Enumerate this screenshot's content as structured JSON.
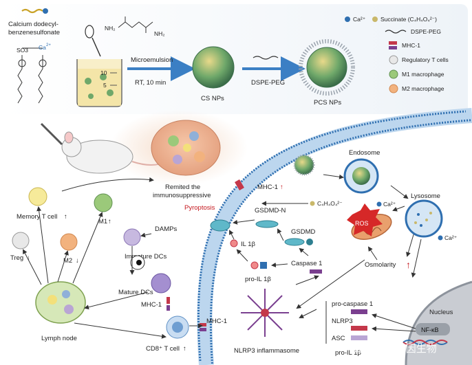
{
  "colors": {
    "membrane": "#2f6fb0",
    "membrane_light": "#bcd6ee",
    "arrow": "#3b7fc4",
    "ros": "#d62828",
    "up_arrow": "#c4161c",
    "nucleus": "#c9ccd2",
    "background": "#ffffff",
    "top_panel": "#f3f6fa"
  },
  "synthesis": {
    "reagent_1": "Calcium dodecyl-",
    "reagent_2": "benzenesulfonate",
    "ion_label": "Ca",
    "ion_sup": "2+",
    "so3_label": "SO3",
    "nh2_label_1": "NH₂",
    "nh2_label_2": "NH₂",
    "step_1_top": "Microemulsion",
    "step_1_bottom": "RT, 10 min",
    "product_1": "CS NPs",
    "step_2": "DSPE-PEG",
    "product_2": "PCS NPs",
    "beaker_marks": [
      "10",
      "5"
    ]
  },
  "legend": {
    "ca_ion": "Ca²⁺",
    "succinate": "Succinate (C₄H₄O₄²⁻)",
    "dspe_peg": "DSPE-PEG",
    "mhc1": "MHC-1",
    "treg": "Regulatory T cells",
    "m1": "M1 macrophage",
    "m2": "M2 macrophage"
  },
  "immune": {
    "tumor_label_1": "Remited the",
    "tumor_label_2": "immunosuppressive",
    "memory_t": "Memory T cell",
    "m1": "M1",
    "m2": "M2",
    "treg": "Treg",
    "damps": "DAMPs",
    "immature_dcs": "Immature DCs",
    "mature_dcs": "Mature DCs",
    "mhc1_a": "MHC-1",
    "mhc1_b": "MHC-1",
    "lymph_node": "Lymph node",
    "cd8": "CD8⁺ T cell",
    "up": "↑",
    "down": "↓"
  },
  "pathway": {
    "pyroptosis": "Pyroptosis",
    "mhc1_up": "MHC-1",
    "succinate_ion": "C₄H₄O₄²⁻",
    "gsdmd_n": "GSDMD-N",
    "gsdmd": "GSDMD",
    "il1b": "IL 1β",
    "pro_il1b": "pro-IL 1β",
    "caspase1": "Caspase 1",
    "endosome": "Endosome",
    "lysosome": "Lysosome",
    "ca_ion_1": "Ca²⁺",
    "ca_ion_2": "Ca²⁺",
    "ros": "ROS",
    "osmolarity": "Osmolarity",
    "pro_caspase1": "pro-caspase 1",
    "nlrp3": "NLRP3",
    "asc": "ASC",
    "pro_il1b_2": "pro-IL 1β",
    "nucleus": "Nucleus",
    "nfkb": "NF-κB",
    "inflammasome": "NLRP3 inflammasome"
  },
  "watermark": "知乎 @亚科因生物"
}
